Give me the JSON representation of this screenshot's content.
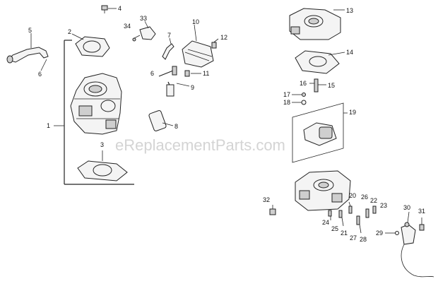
{
  "watermark": "eReplacementParts.com",
  "callouts": [
    "1",
    "2",
    "3",
    "4",
    "5",
    "6",
    "6",
    "7",
    "8",
    "9",
    "10",
    "11",
    "12",
    "13",
    "14",
    "15",
    "16",
    "17",
    "18",
    "19",
    "20",
    "21",
    "22",
    "23",
    "24",
    "25",
    "26",
    "27",
    "28",
    "29",
    "30",
    "31",
    "32",
    "33",
    "34"
  ]
}
